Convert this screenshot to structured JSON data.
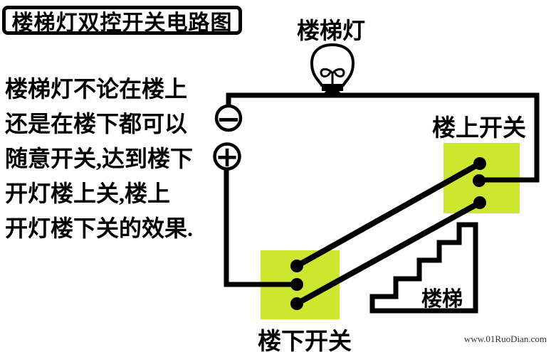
{
  "title": "楼梯灯双控开关电路图",
  "description": {
    "lines": [
      "楼梯灯不论在楼上",
      "还是在楼下都可以",
      "随意开关,达到楼下",
      "开灯楼上关,楼上",
      "开灯楼下关的效果."
    ]
  },
  "labels": {
    "lamp": "楼梯灯",
    "upstairs_switch": "楼上开关",
    "downstairs_switch": "楼下开关",
    "stairs": "楼梯"
  },
  "battery": {
    "negative_symbol": "−",
    "positive_symbol": "+"
  },
  "watermark": "www.01RuoDian.com",
  "colors": {
    "switch_box": "#cde62f",
    "wire": "#000000",
    "background": "#ffffff"
  }
}
